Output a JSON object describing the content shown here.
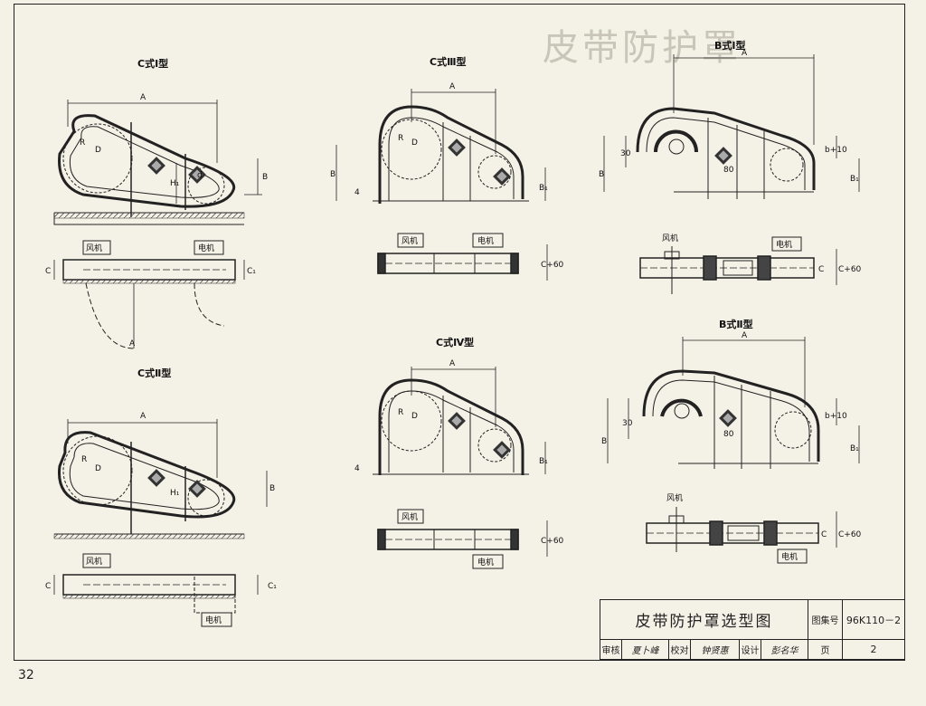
{
  "sheet": {
    "page_number": "32",
    "ghost_title": "皮带防护罩"
  },
  "views": [
    {
      "id": "c1",
      "label": "C式Ⅰ型"
    },
    {
      "id": "c2",
      "label": "C式Ⅱ型"
    },
    {
      "id": "c3",
      "label": "C式Ⅲ型"
    },
    {
      "id": "c4",
      "label": "C式Ⅳ型"
    },
    {
      "id": "b1",
      "label": "B式Ⅰ型"
    },
    {
      "id": "b2",
      "label": "B式Ⅱ型"
    }
  ],
  "labels": {
    "fan": "风机",
    "motor": "电机",
    "dims": {
      "A": "A",
      "B": "B",
      "B1": "B₁",
      "C": "C",
      "C1": "C₁",
      "C_plus_60": "C+60",
      "H1": "H₁",
      "R": "R",
      "D": "D",
      "d": "d",
      "n30": "30",
      "n80": "80",
      "n4": "4",
      "b_plus_10": "b+10"
    }
  },
  "title_block": {
    "title": "皮带防护罩选型图",
    "atlas_label": "图集号",
    "atlas_number": "96K110－2",
    "review_label": "审核",
    "review_sign": "夏卜峰",
    "check_label": "校对",
    "check_sign": "钟贤惠",
    "design_label": "设计",
    "design_sign": "彭名华",
    "page_label": "页",
    "page_value": "2"
  }
}
